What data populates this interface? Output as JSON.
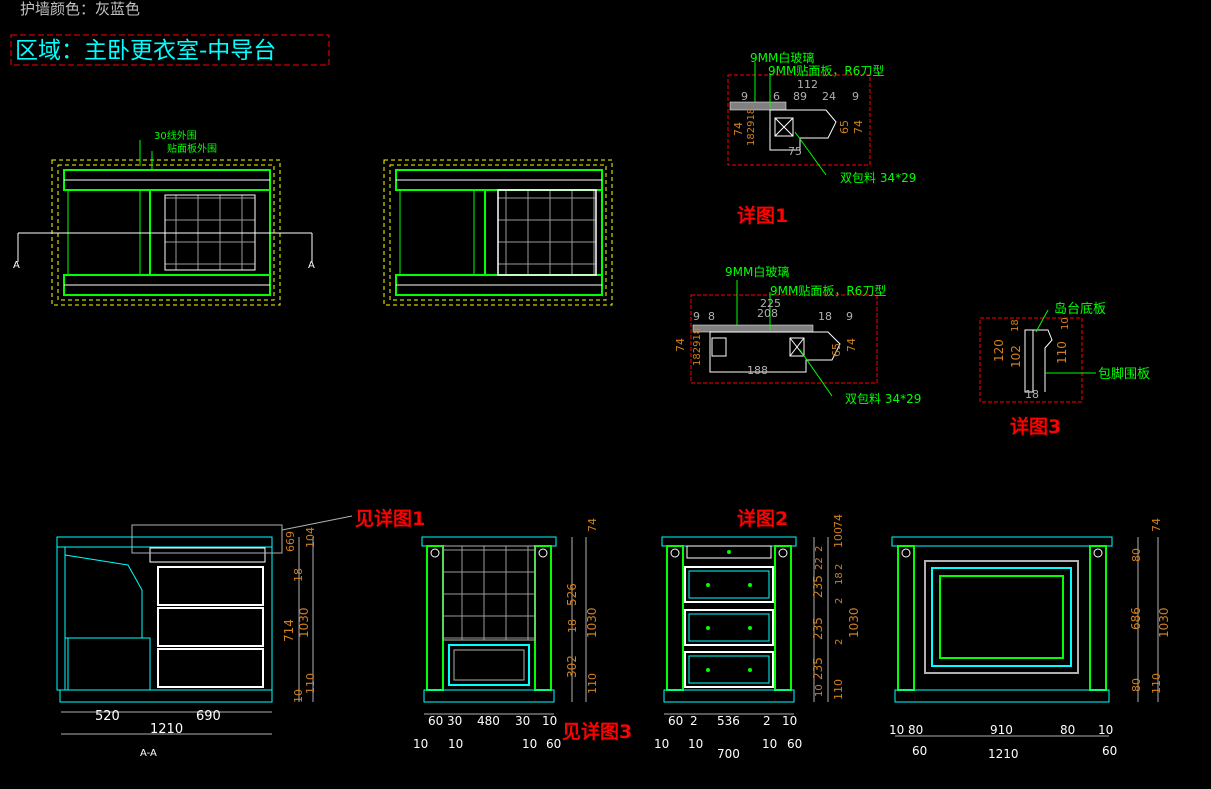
{
  "header": {
    "note": "护墙颜色：灰蓝色",
    "title": "区域：主卧更衣室-中导台"
  },
  "colors": {
    "background": "#000000",
    "green": "#00ff00",
    "cyan": "#00ffff",
    "yellow": "#ffff00",
    "red": "#ff0000",
    "white": "#ffffff",
    "dim": "#b0b0b0",
    "orange": "#d08020"
  },
  "plan": {
    "leader1": "30线外围",
    "leader2": "贴面板外围",
    "section_mark": "A"
  },
  "detail1": {
    "label": "详图1",
    "glass": "9MM白玻璃",
    "panel": "9MM贴面板，R6刀型",
    "trim": "双包料 34*29",
    "dims": {
      "w112": "112",
      "d9a": "9",
      "d6": "6",
      "d89": "89",
      "d24": "24",
      "d9b": "9",
      "v74a": "74",
      "v182918": "182918",
      "v65": "65",
      "v74b": "74",
      "w75": "75"
    }
  },
  "detail2": {
    "glass": "9MM白玻璃",
    "panel": "9MM贴面板，R6刀型",
    "trim": "双包料 34*29",
    "dims": {
      "w225": "225",
      "d9a": "9",
      "d8": "8",
      "w208": "208",
      "d18": "18",
      "d9b": "9",
      "v74a": "74",
      "v182918": "182918",
      "v65": "65",
      "v74b": "74",
      "w188": "188"
    }
  },
  "detail3": {
    "label": "详图3",
    "base": "岛台底板",
    "kick": "包脚围板",
    "dims": {
      "d18a": "18",
      "d10": "10",
      "v120": "120",
      "v102": "102",
      "v110": "110",
      "d18b": "18"
    }
  },
  "elev_a": {
    "ref_label": "见详图1",
    "caption": "A-A",
    "dims": {
      "w520": "520",
      "w690": "690",
      "w1210": "1210",
      "h669": "669",
      "h104": "104",
      "h18": "18",
      "h714": "714",
      "h1030": "1030",
      "h10": "10",
      "h110": "110"
    }
  },
  "elev_b": {
    "ref_label": "见详图3",
    "dims": {
      "h74": "74",
      "h526": "526",
      "h18": "18",
      "h1030": "1030",
      "h302": "302",
      "h110": "110",
      "w60": "60",
      "w30a": "30",
      "w480": "480",
      "w30b": "30",
      "w10a": "10",
      "b10a": "10",
      "b10b": "10",
      "b10c": "10",
      "b60": "60"
    }
  },
  "elev_c": {
    "label": "详图2",
    "dims": {
      "h74": "74",
      "h100": "100",
      "h2a": "2",
      "h22": "22",
      "h2b": "2",
      "h18": "18",
      "h235a": "235",
      "h2c": "2",
      "h235b": "235",
      "h2d": "2",
      "h235c": "235",
      "h10": "10",
      "h110": "110",
      "h1030": "1030",
      "w60": "60",
      "w2a": "2",
      "w536": "536",
      "w2b": "2",
      "w10": "10",
      "b10a": "10",
      "b10b": "10",
      "b10c": "10",
      "b60": "60",
      "b700": "700"
    }
  },
  "elev_d": {
    "dims": {
      "h74": "74",
      "h80a": "80",
      "h686": "686",
      "h1030": "1030",
      "h80b": "80",
      "h110": "110",
      "w10a": "10",
      "w80a": "80",
      "w910": "910",
      "w80b": "80",
      "w10b": "10",
      "b60a": "60",
      "b60b": "60",
      "b1210": "1210"
    }
  }
}
